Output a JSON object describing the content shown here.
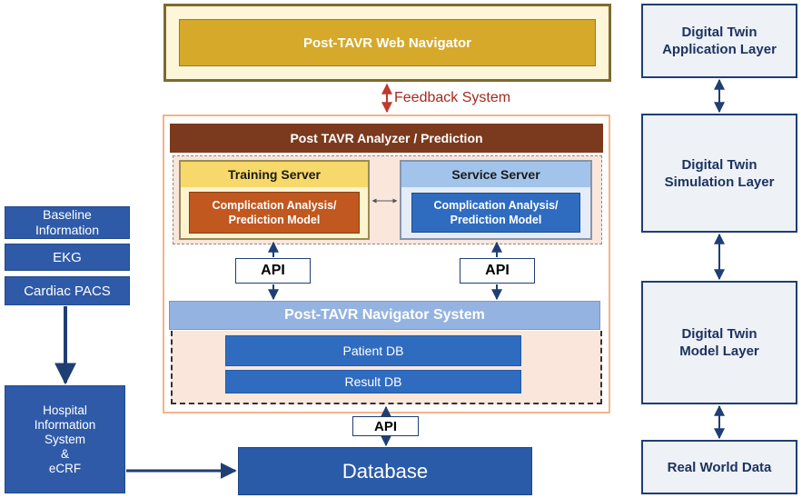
{
  "top": {
    "web_navigator": "Post-TAVR Web Navigator",
    "feedback": "Feedback System"
  },
  "analyzer": {
    "title": "Post TAVR Analyzer / Prediction",
    "training": {
      "title": "Training Server",
      "model": "Complication Analysis/\nPrediction Model"
    },
    "service": {
      "title": "Service Server",
      "model": "Complication Analysis/\nPrediction Model"
    }
  },
  "api_label": "API",
  "navigator": {
    "title": "Post-TAVR Navigator System",
    "patient_db": "Patient DB",
    "result_db": "Result DB"
  },
  "database": "Database",
  "left": {
    "baseline": "Baseline\nInformation",
    "ekg": "EKG",
    "pacs": "Cardiac PACS",
    "hospital": "Hospital\nInformation\nSystem\n&\neCRF"
  },
  "layers": {
    "application": "Digital Twin\nApplication Layer",
    "simulation": "Digital Twin\nSimulation Layer",
    "model": "Digital Twin\nModel Layer",
    "real": "Real World Data"
  },
  "colors": {
    "navy": "#1f3e73",
    "gold": "#d6a92a",
    "brown": "#7b3a1d",
    "orange_model": "#c0581f",
    "blue_model": "#2f6cc0",
    "database": "#2a5ba8",
    "feedback_red": "#c0392b"
  }
}
